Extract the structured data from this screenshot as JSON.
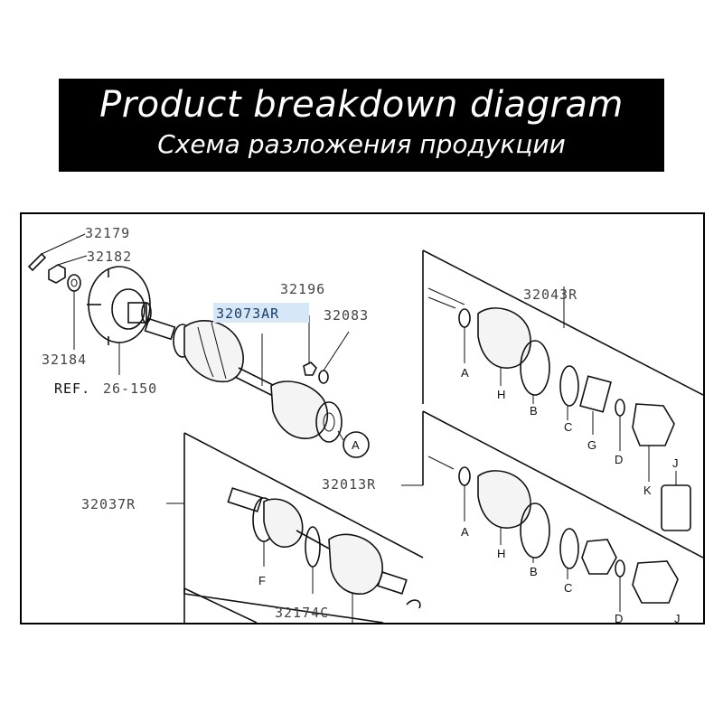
{
  "banner": {
    "title": "Product breakdown diagram",
    "subtitle": "Схема разложения продукции"
  },
  "callouts": {
    "p32179": "32179",
    "p32182": "32182",
    "p32184": "32184",
    "ref_label": "REF.",
    "ref_value": "26-150",
    "p32196": "32196",
    "p32073AR": "32073AR",
    "p32083": "32083",
    "p32043R": "32043R",
    "p32013R": "32013R",
    "p32037R": "32037R",
    "p32174C": "32174C"
  },
  "letters": {
    "circle_a": "A",
    "top_a": "A",
    "top_h": "H",
    "top_b": "B",
    "top_c": "C",
    "top_g": "G",
    "top_d": "D",
    "top_k": "K",
    "top_j": "J",
    "mid_a": "A",
    "mid_h": "H",
    "mid_b": "B",
    "mid_c": "C",
    "mid_d": "D",
    "mid_j": "J",
    "low_f": "F"
  },
  "colors": {
    "highlight": "#d6e8f7",
    "line": "#111111",
    "callout_text": "#444444"
  }
}
